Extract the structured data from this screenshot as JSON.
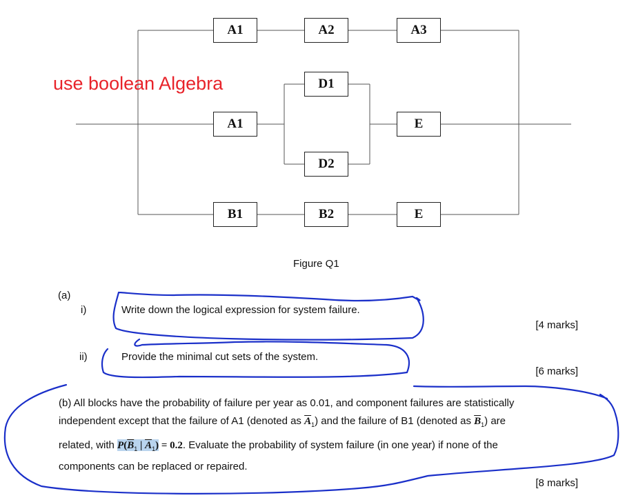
{
  "diagram": {
    "blocks": {
      "a1_top": "A1",
      "a2": "A2",
      "a3": "A3",
      "d1": "D1",
      "a1_mid": "A1",
      "e_mid": "E",
      "d2": "D2",
      "b1": "B1",
      "b2": "B2",
      "e_bot": "E"
    },
    "annotation": "use boolean Algebra",
    "caption": "Figure Q1"
  },
  "question": {
    "part_a_label": "(a)",
    "i_label": "i)",
    "i_text": "Write down the logical expression for system failure.",
    "i_marks": "[4 marks]",
    "ii_label": "ii)",
    "ii_text": "Provide the minimal cut sets of the system.",
    "ii_marks": "[6 marks]",
    "b_line1": "(b) All blocks have the probability of failure per year as 0.01, and component failures are statistically",
    "b_line2_pre": "independent except that the failure of A1 (denoted as ",
    "b_line2_a": "A",
    "b_line2_sub": "1",
    "b_line2_mid": ") and the failure of B1 (denoted as ",
    "b_line2_b": "B",
    "b_line2_sub2": "1",
    "b_line2_post": ") are",
    "b_line3_pre": "related, with ",
    "b_formula_p": "P",
    "b_formula_b": "B",
    "b_formula_bsub": "1",
    "b_formula_bar": " | ",
    "b_formula_a": "A",
    "b_formula_asub": "1",
    "b_formula_eq": " = 0.2",
    "b_line3_post": ". Evaluate the probability of system failure (in one year) if none of the",
    "b_line4": "components can be replaced or repaired.",
    "b_marks": "[8 marks]"
  },
  "colors": {
    "annotation": "#e8232a",
    "scribble": "#1a2fc9",
    "highlight": "#b9d4ee"
  }
}
